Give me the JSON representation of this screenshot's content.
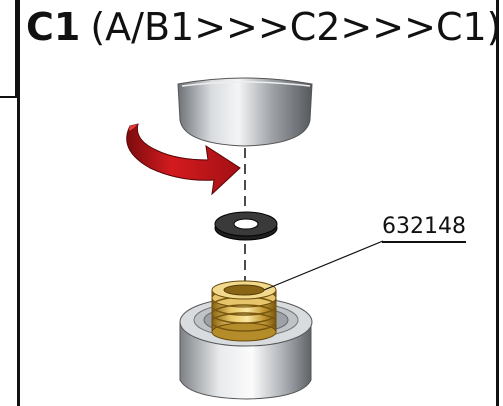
{
  "heading": {
    "code": "C1",
    "sequence": "(A/B1>>>C2>>>C1)"
  },
  "part_number": "632148",
  "colors": {
    "arrow_red": "#c0151a",
    "brass": "#c9a23a",
    "chrome": "#b8bcc2",
    "washer": "#2a2a2a"
  },
  "icons": [
    "rotation-arrow-icon",
    "handle-cap",
    "washer",
    "threaded-insert",
    "valve-body"
  ]
}
